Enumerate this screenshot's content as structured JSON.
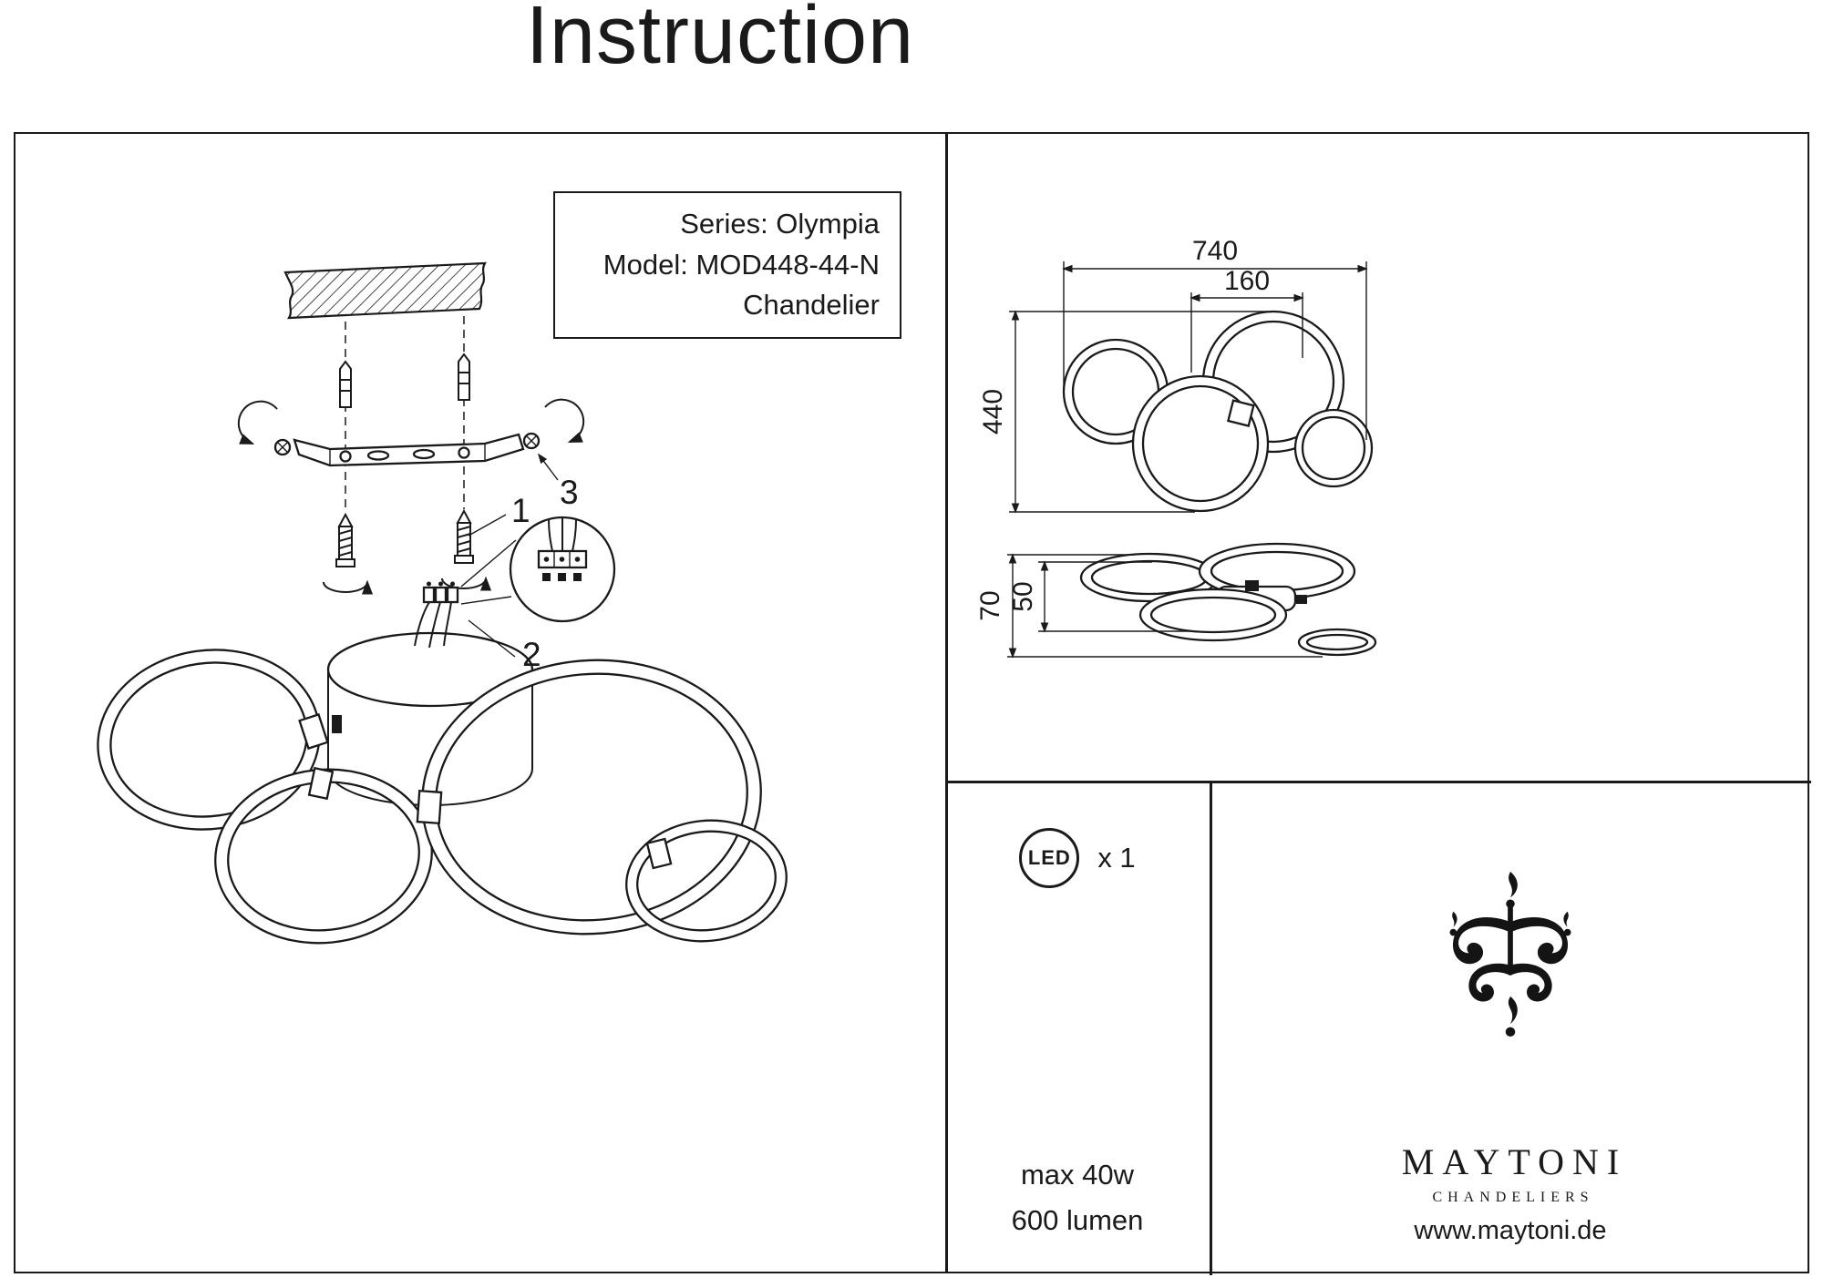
{
  "title": "Instruction",
  "info_box": {
    "series": "Series: Olympia",
    "model": "Model: MOD448-44-N",
    "product": "Chandelier"
  },
  "callouts": {
    "c1": "1",
    "c2": "2",
    "c3": "3"
  },
  "dims": {
    "front_width": "740",
    "front_canopy": "160",
    "front_height": "440",
    "side_height": "70",
    "side_ring": "50"
  },
  "specs": {
    "led_label": "LED",
    "led_count": "x 1",
    "max_power": "max 40w",
    "luminous_flux": "600 lumen"
  },
  "brand": {
    "name": "MAYTONI",
    "tagline": "CHANDELIERS",
    "website": "www.maytoni.de"
  },
  "colors": {
    "ink": "#1a1a1a",
    "background": "#ffffff"
  }
}
